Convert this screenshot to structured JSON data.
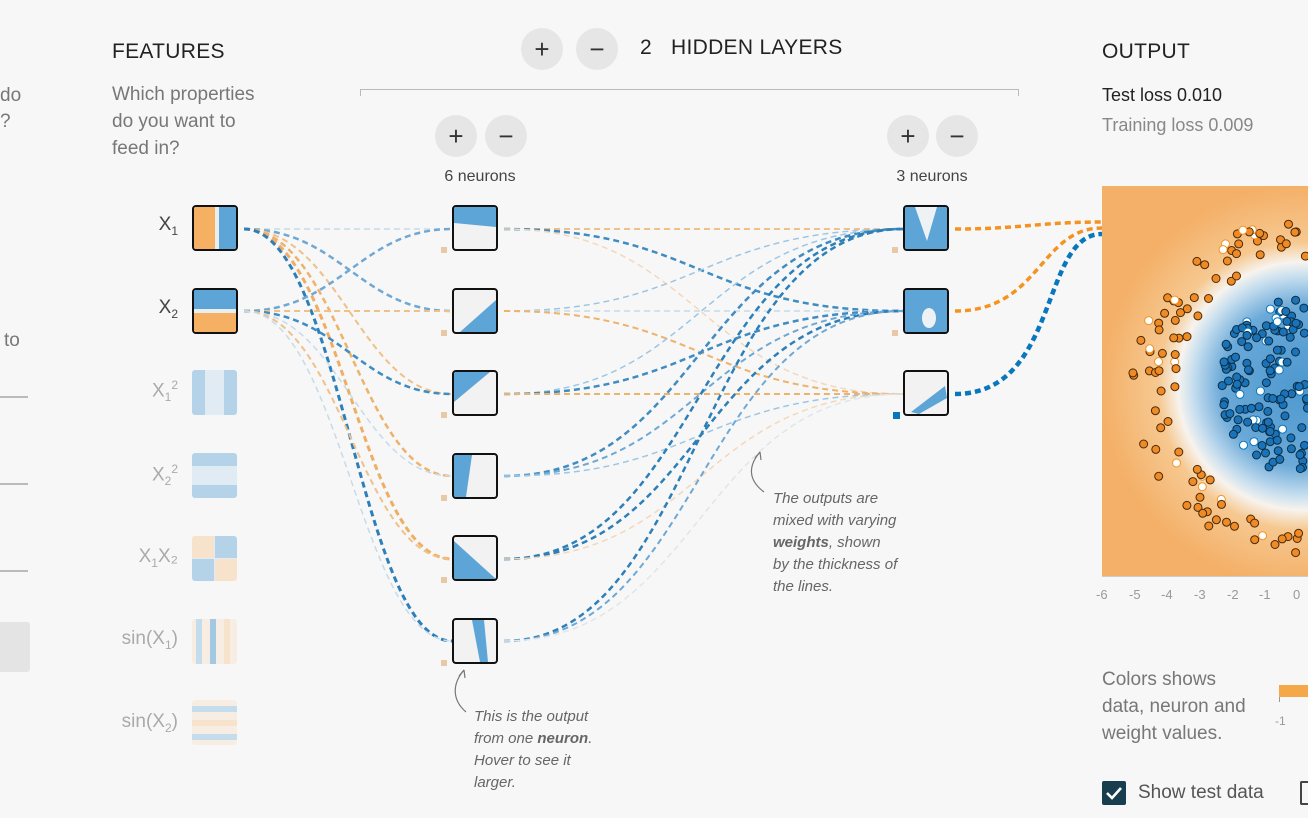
{
  "left_sidebar": {
    "fragments": [
      "do",
      "?",
      "to",
      ""
    ]
  },
  "features": {
    "title": "FEATURES",
    "question": [
      "Which properties",
      "do you want to",
      "feed in?"
    ],
    "items": [
      {
        "name": "X1",
        "base": "X",
        "sub": "1",
        "sup": "",
        "prefix": "",
        "suffix": "",
        "active": true
      },
      {
        "name": "X2",
        "base": "X",
        "sub": "2",
        "sup": "",
        "prefix": "",
        "suffix": "",
        "active": true
      },
      {
        "name": "X1^2",
        "base": "X",
        "sub": "1",
        "sup": "2",
        "prefix": "",
        "suffix": "",
        "active": false
      },
      {
        "name": "X2^2",
        "base": "X",
        "sub": "2",
        "sup": "2",
        "prefix": "",
        "suffix": "",
        "active": false
      },
      {
        "name": "X1X2",
        "base": "X",
        "sub": "1",
        "sup": "",
        "prefix": "",
        "suffix": "X₂",
        "active": false
      },
      {
        "name": "sin(X1)",
        "base": "X",
        "sub": "1",
        "sup": "",
        "prefix": "sin(",
        "suffix": ")",
        "active": false
      },
      {
        "name": "sin(X2)",
        "base": "X",
        "sub": "2",
        "sup": "",
        "prefix": "sin(",
        "suffix": ")",
        "active": false
      }
    ]
  },
  "hidden_layers": {
    "count": "2",
    "label": "HIDDEN LAYERS",
    "add_symbol": "+",
    "remove_symbol": "−",
    "layers": [
      {
        "neurons_label": "6 neurons"
      },
      {
        "neurons_label": "3 neurons"
      }
    ]
  },
  "notes": {
    "neuron_note": [
      "This is the output",
      "from one ",
      "neuron",
      ".",
      "Hover to see it",
      "larger."
    ],
    "weights_note": [
      "The outputs are",
      "mixed with varying",
      "weights",
      ", shown",
      "by the thickness of",
      "the lines."
    ]
  },
  "output": {
    "title": "OUTPUT",
    "test_loss": "Test loss 0.010",
    "training_loss": "Training loss 0.009",
    "axis_ticks": [
      "-6",
      "-5",
      "-4",
      "-3",
      "-2",
      "-1",
      "0"
    ],
    "colors_note": [
      "Colors shows",
      "data, neuron and",
      "weight values."
    ],
    "legend_min": "-1",
    "show_test_data_label": "Show test data",
    "show_test_data_checked": true
  },
  "colors": {
    "orange": "#f59322",
    "blue": "#0877bd",
    "light_orange": "#f5c28a",
    "light_blue": "#9cc6e3",
    "background": "#f7f7f7"
  }
}
